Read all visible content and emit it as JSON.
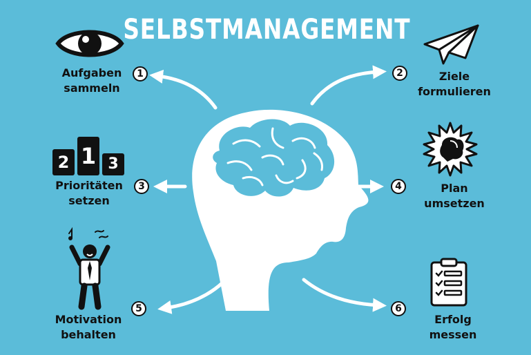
{
  "title": "SELBSTMANAGEMENT",
  "colors": {
    "background": "#5bbcd9",
    "head": "#ffffff",
    "brain": "#5bbcd9",
    "text": "#111111"
  },
  "steps": [
    {
      "number": "1",
      "line1": "Aufgaben",
      "line2": "sammeln",
      "icon": "eye-icon"
    },
    {
      "number": "2",
      "line1": "Ziele",
      "line2": "formulieren",
      "icon": "paper-plane-icon"
    },
    {
      "number": "3",
      "line1": "Prioritäten",
      "line2": "setzen",
      "icon": "podium-icon"
    },
    {
      "number": "4",
      "line1": "Plan",
      "line2": "umsetzen",
      "icon": "boxing-glove-icon"
    },
    {
      "number": "5",
      "line1": "Motivation",
      "line2": "behalten",
      "icon": "cheering-person-icon"
    },
    {
      "number": "6",
      "line1": "Erfolg",
      "line2": "messen",
      "icon": "clipboard-checklist-icon"
    }
  ],
  "podium": {
    "first": "1",
    "second": "2",
    "third": "3"
  }
}
